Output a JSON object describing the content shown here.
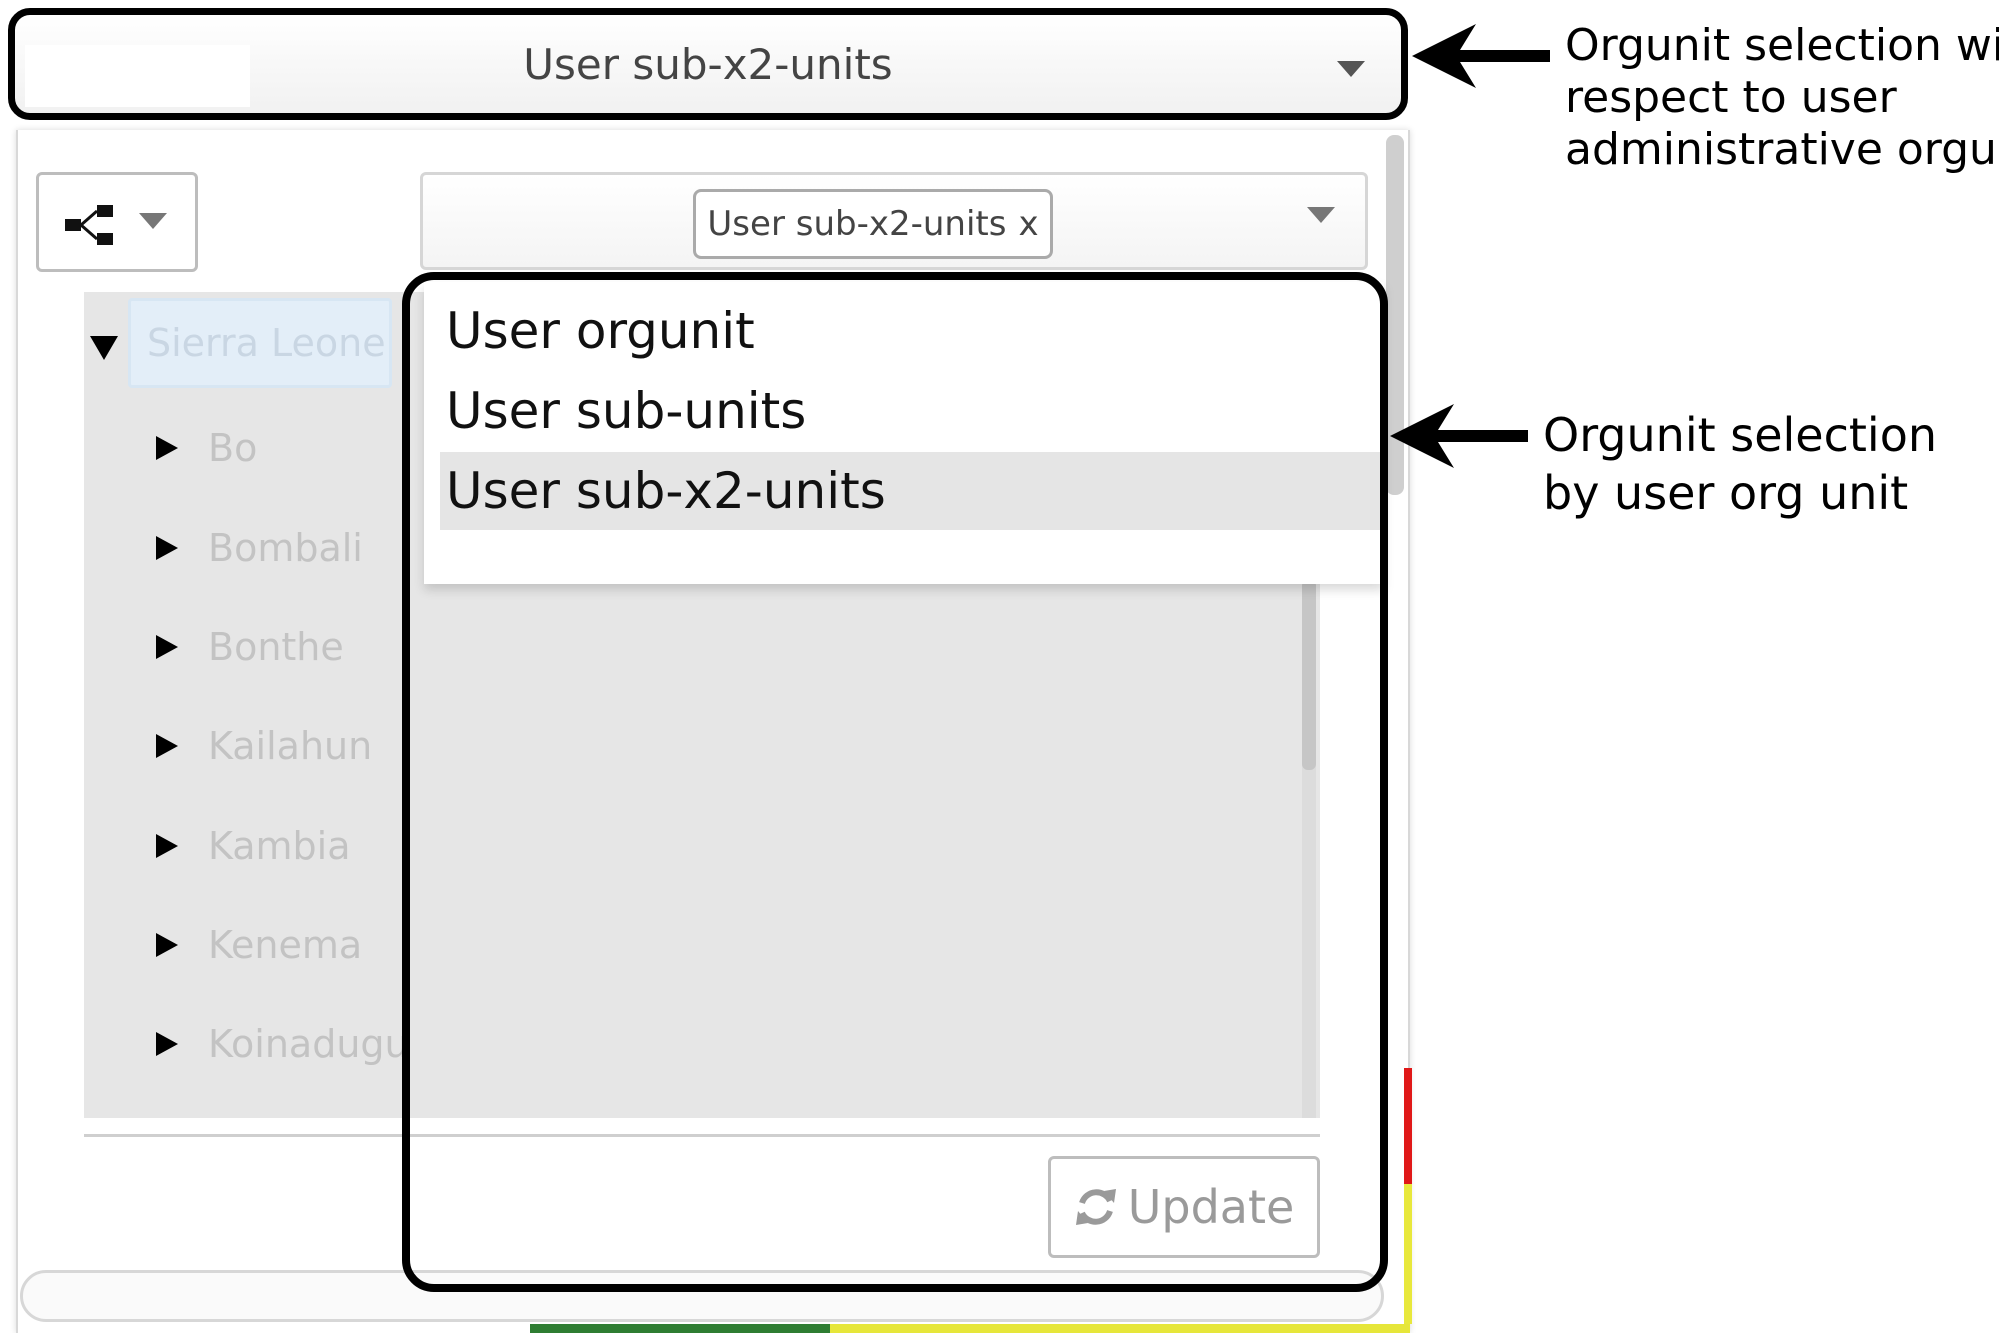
{
  "top_select": {
    "value": "User sub-x2-units"
  },
  "level_select": {
    "tag_label": "User sub-x2-units",
    "tag_remove": "x"
  },
  "dropdown": {
    "options": [
      {
        "label": "User orgunit"
      },
      {
        "label": "User sub-units"
      },
      {
        "label": "User sub-x2-units",
        "selected": true
      }
    ]
  },
  "tree": {
    "root": "Sierra Leone",
    "children": [
      "Bo",
      "Bombali",
      "Bonthe",
      "Kailahun",
      "Kambia",
      "Kenema",
      "Koinadugu"
    ]
  },
  "update_button": {
    "label": "Update"
  },
  "annotations": {
    "top": [
      "Orgunit selection with",
      "respect to user",
      "administrative orgunit"
    ],
    "middle": [
      "Orgunit selection",
      "by user org unit"
    ]
  },
  "icons": {
    "tree_mode": "org-tree-icon",
    "caret": "caret-down-icon",
    "refresh": "refresh-icon",
    "arrow": "arrow-left-icon"
  }
}
